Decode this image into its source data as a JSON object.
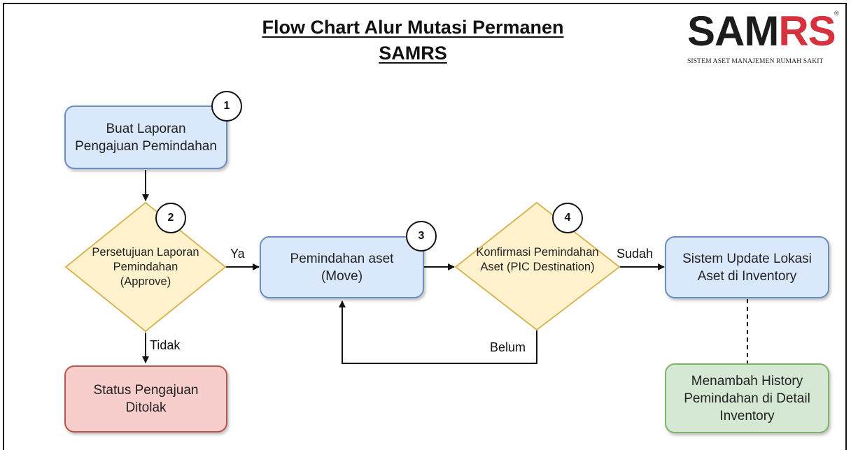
{
  "title_line1": "Flow Chart Alur Mutasi Permanen",
  "title_line2": "SAMRS",
  "logo": {
    "word_dark": "SAM",
    "word_red": "RS",
    "registered": "®",
    "tagline": "SISTEM ASET MANAJEMEN RUMAH SAKIT"
  },
  "nodes": {
    "buat_laporan": "Buat Laporan Pengajuan Pemindahan",
    "persetujuan": "Persetujuan Laporan Pemindahan (Approve)",
    "pemindahan_aset": "Pemindahan aset (Move)",
    "konfirmasi": "Konfirmasi Pemindahan Aset (PIC Destination)",
    "sistem_update": "Sistem Update Lokasi Aset di Inventory",
    "status_ditolak": "Status Pengajuan Ditolak",
    "menambah_history": "Menambah History Pemindahan di Detail Inventory"
  },
  "steps": {
    "s1": "1",
    "s2": "2",
    "s3": "3",
    "s4": "4"
  },
  "edges": {
    "ya": "Ya",
    "tidak": "Tidak",
    "sudah": "Sudah",
    "belum": "Belum"
  },
  "colors": {
    "process": "#dae8fc",
    "decision": "#fff2cc",
    "rejected": "#f8cecc",
    "history": "#d5e8d4"
  }
}
